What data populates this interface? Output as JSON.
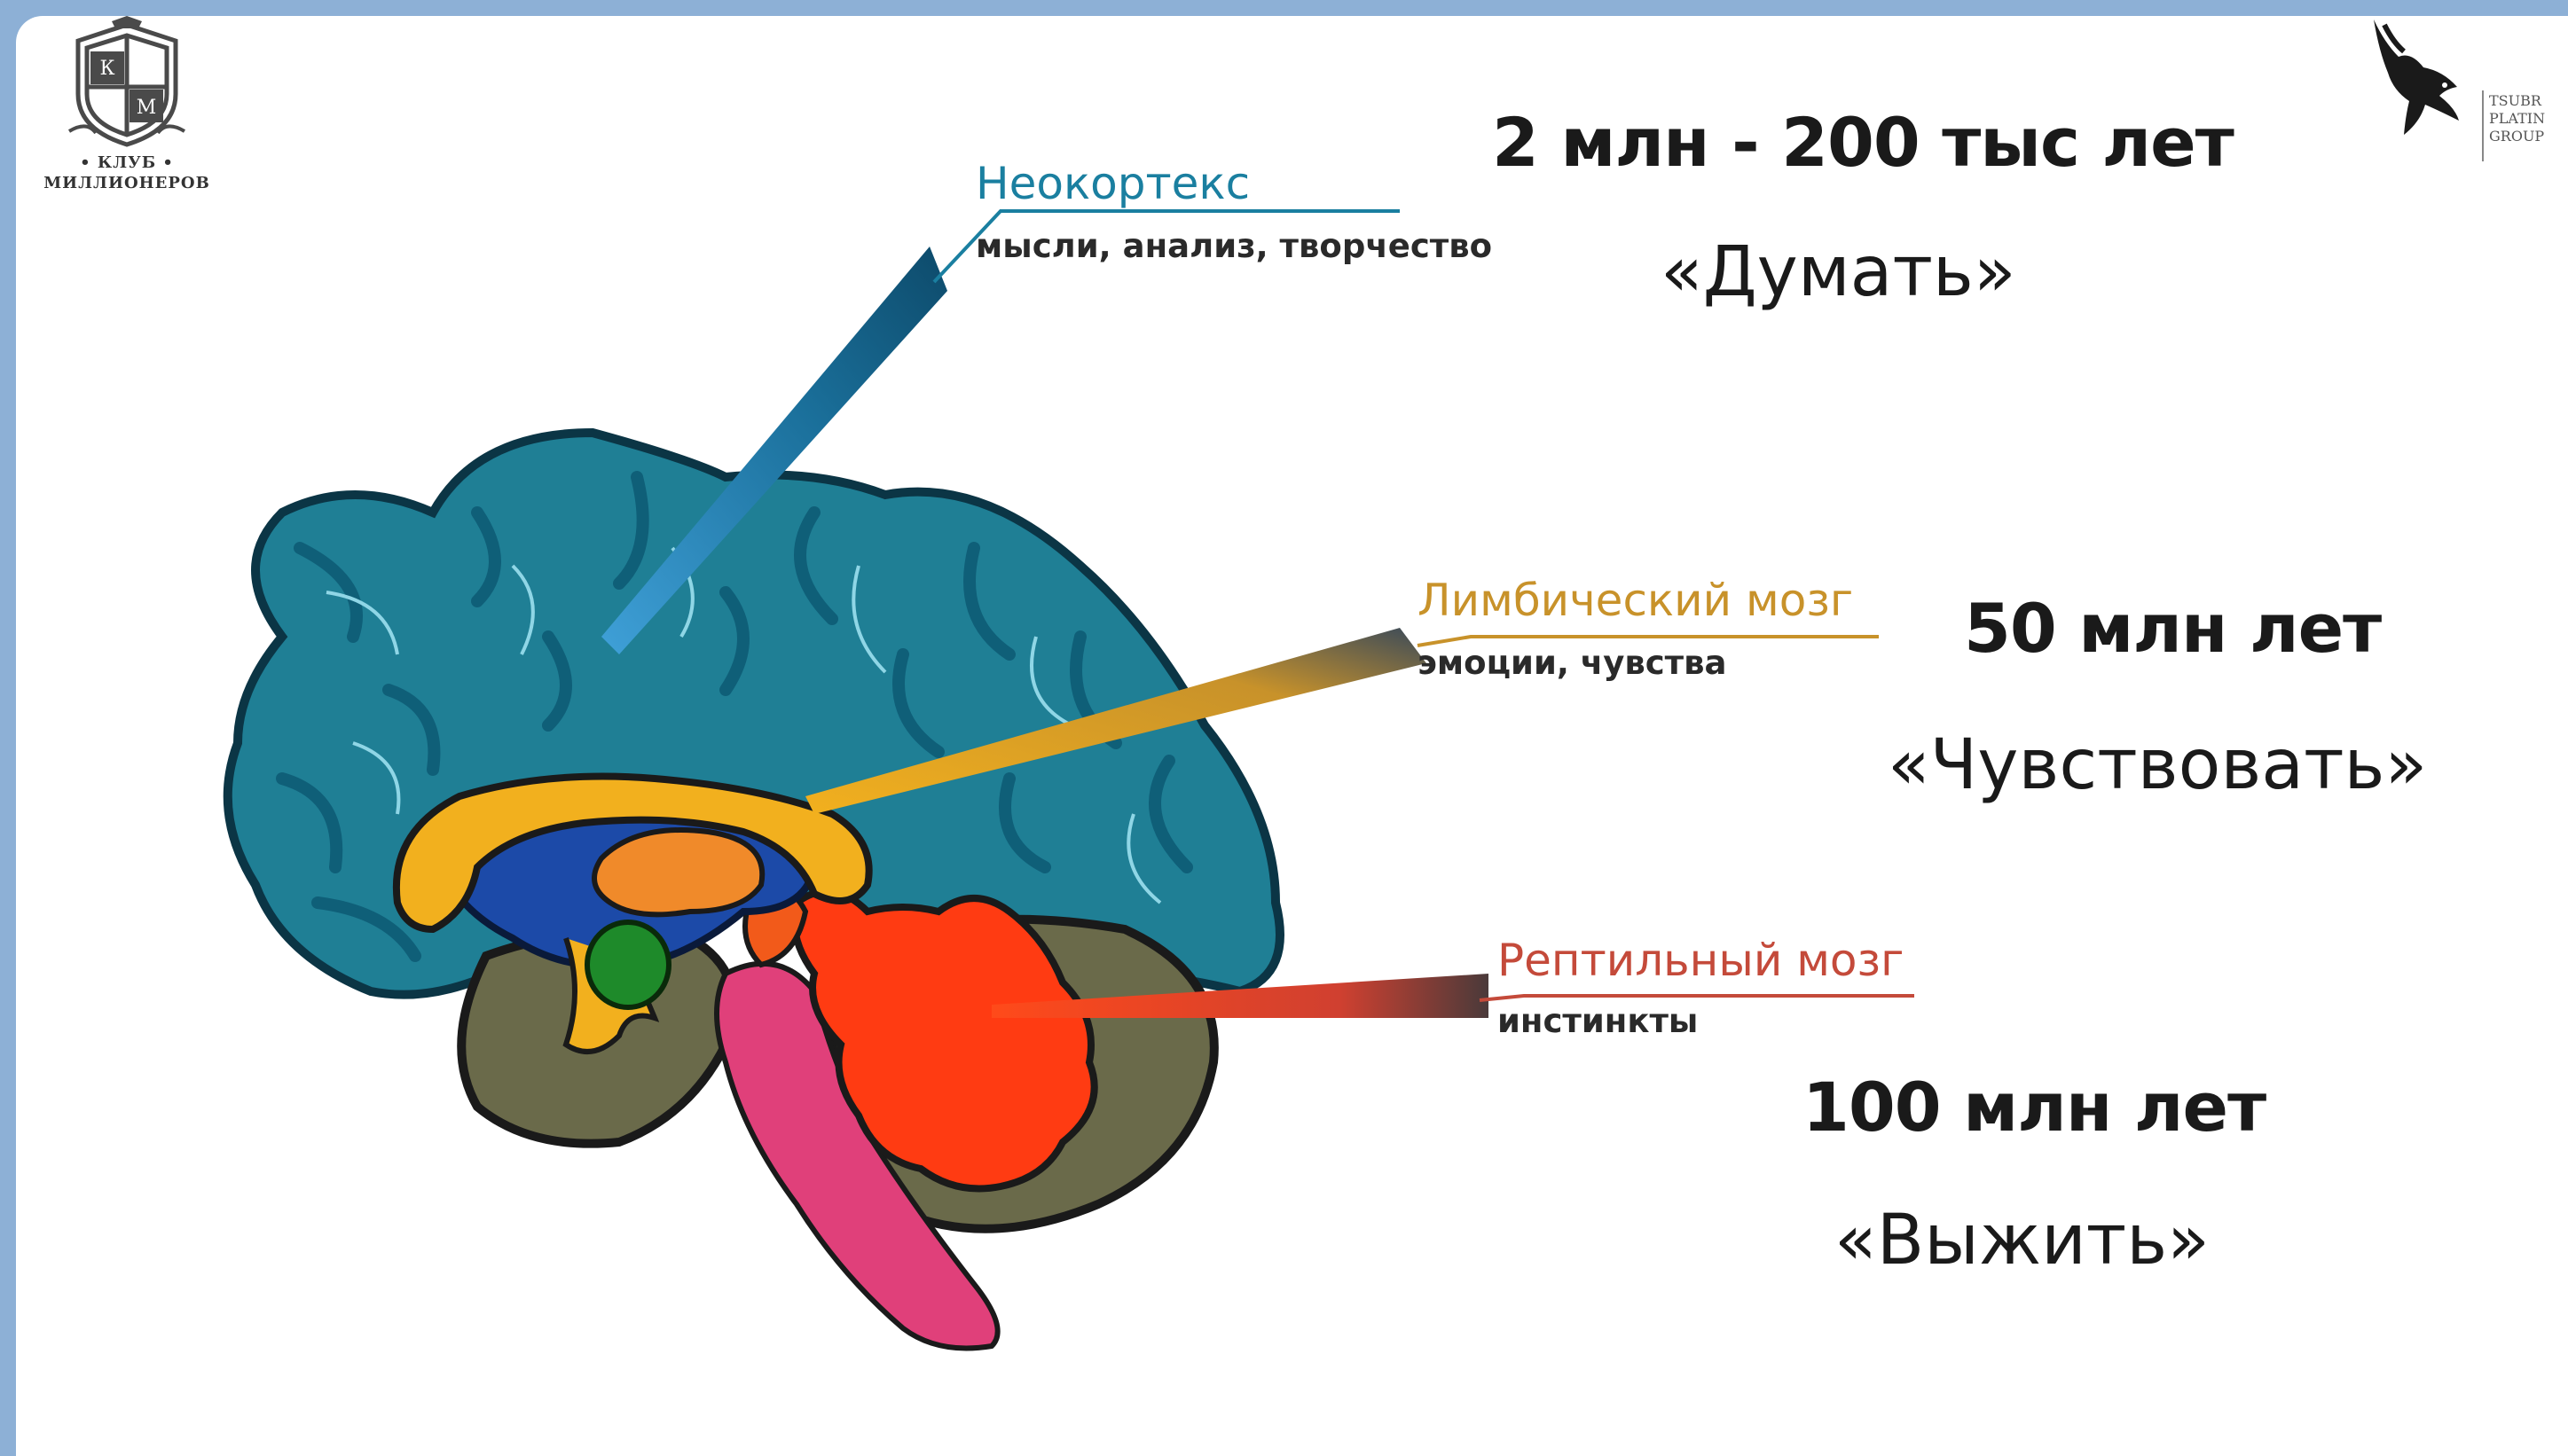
{
  "logos": {
    "club": {
      "line1": "• КЛУБ •",
      "line2": "МИЛЛИОНЕРОВ",
      "monogram": [
        "К",
        "М"
      ]
    },
    "brand": {
      "text_lines": [
        "TSUBR",
        "PLATIN",
        "GROUP"
      ],
      "icon": "eagle-icon"
    }
  },
  "labels": {
    "neocortex": {
      "title": "Неокортекс",
      "subtitle": "мысли, анализ, творчество",
      "color": "#1a7fa0"
    },
    "limbic": {
      "title": "Лимбический мозг",
      "subtitle": "эмоции, чувства",
      "color": "#c8922a"
    },
    "reptilian": {
      "title": "Рептильный мозг",
      "subtitle": "инстинкты",
      "color": "#c44a3a"
    }
  },
  "eras": {
    "neocortex": {
      "age": "2 млн - 200 тыс лет",
      "verb": "«Думать»"
    },
    "limbic": {
      "age": "50 млн лет",
      "verb": "«Чувствовать»"
    },
    "reptilian": {
      "age": "100 млн лет",
      "verb": "«Выжить»"
    }
  },
  "colors": {
    "frame": "#8db0d6",
    "cortex": "#1f7f95",
    "cortex_dark": "#0f5f78",
    "corpus": "#f2b01e",
    "thalamus": "#f08a2a",
    "ventricle": "#1c4aa8",
    "amygdala": "#1e8a2a",
    "reptilian": "#ff3b12",
    "cerebellum": "#6a6a4a",
    "brainstem": "#e0407a"
  }
}
